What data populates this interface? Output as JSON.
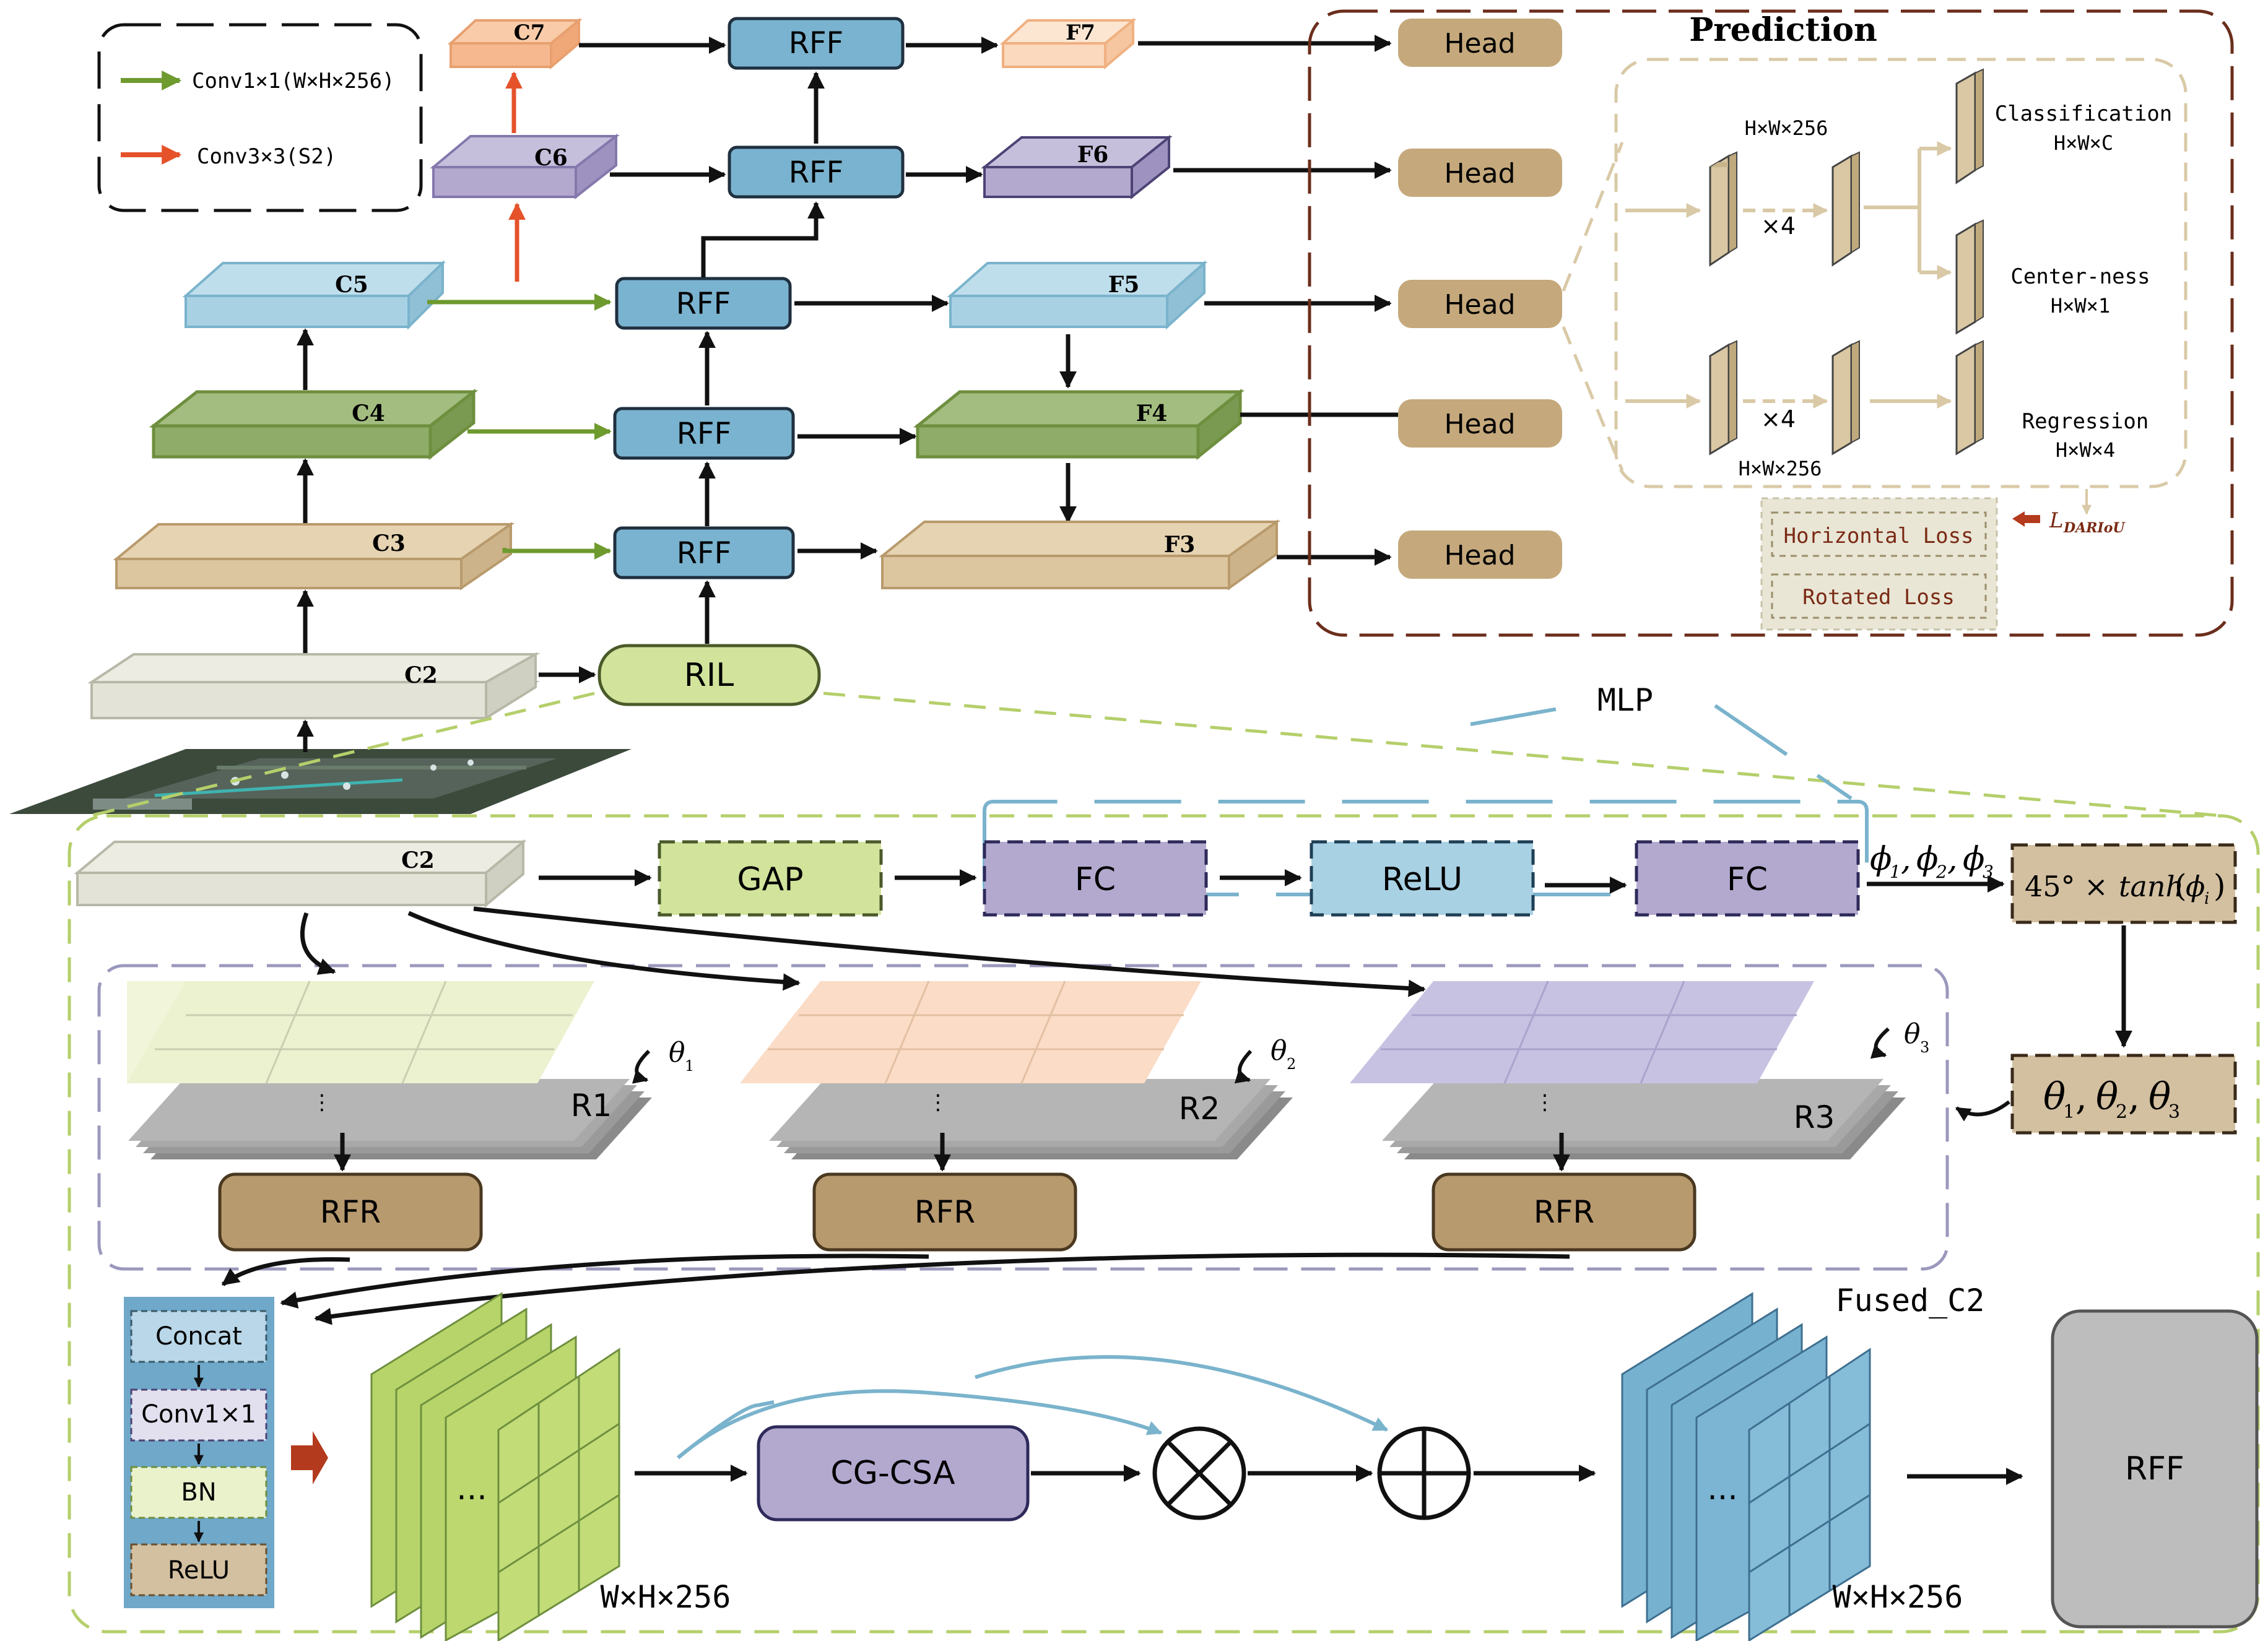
{
  "legend": {
    "conv1x1": "Conv1×1(W×H×256)",
    "conv3x3": "Conv3×3(S2)",
    "green": "#7a9a3a",
    "orange": "#e5522a"
  },
  "backbone": {
    "c2": "C2",
    "c3": "C3",
    "c4": "C4",
    "c5": "C5",
    "c6": "C6",
    "c7": "C7"
  },
  "neck": {
    "rff": "RFF",
    "ril": "RIL"
  },
  "features": {
    "f3": "F3",
    "f4": "F4",
    "f5": "F5",
    "f6": "F6",
    "f7": "F7"
  },
  "heads": {
    "label": "Head"
  },
  "prediction": {
    "title": "Prediction",
    "dim_top": "H×W×256",
    "dim_bottom": "H×W×256",
    "repeat_top": "×4",
    "repeat_bottom": "×4",
    "classification": "Classification",
    "classification_dim": "H×W×C",
    "centerness": "Center-ness",
    "centerness_dim": "H×W×1",
    "regression": "Regression",
    "regression_dim": "H×W×4",
    "loss_symbol": "L",
    "loss_sub": "DARIoU",
    "horizontal_loss": "Horizontal Loss",
    "rotated_loss": "Rotated Loss"
  },
  "ril": {
    "mlp": "MLP",
    "c2": "C2",
    "gap": "GAP",
    "fc1": "FC",
    "relu": "ReLU",
    "fc2": "FC",
    "phi_base": "ϕ",
    "phi_subs": [
      "1",
      "2",
      "3"
    ],
    "tanh_prefix": "45° × ",
    "tanh_fn": "tanh",
    "tanh_arg": "ϕ",
    "tanh_arg_sub": "i",
    "theta_base": "θ",
    "theta_subs": [
      "1",
      "2",
      "3"
    ],
    "rot_labels": [
      "R1",
      "R2",
      "R3"
    ],
    "rfr": "RFR",
    "stack": [
      "Concat",
      "Conv1×1",
      "BN",
      "ReLU"
    ],
    "cgcsa": "CG-CSA",
    "fused_label": "Fused_C2",
    "dim_left": "W×H×256",
    "dim_right": "W×H×256",
    "ellipsis": "...",
    "rff_out": "RFF"
  }
}
